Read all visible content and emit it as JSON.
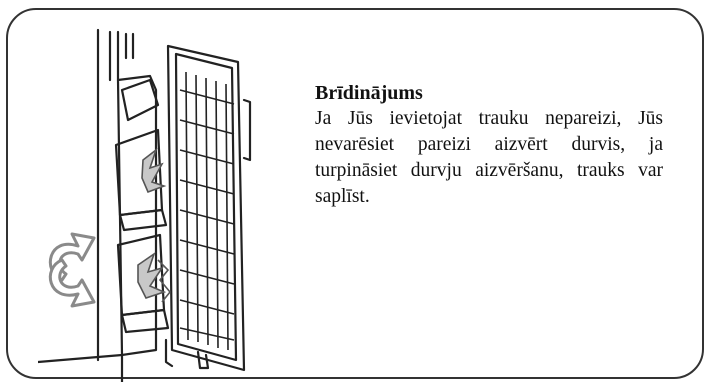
{
  "notice": {
    "title": "Brīdinājums",
    "body": "Ja Jūs ievietojat trauku nepareizi, Jūs nevarēsiet pareizi aizvērt durvis, ja turpināsiet durvju aizvēršanu, trauks var saplīst."
  },
  "illustration": {
    "subject": "open refrigerator door with door shelves",
    "icons": [
      "door-shelf-icon",
      "crack-icon",
      "curved-arrow-icon"
    ],
    "arrow_color": "#8a8a8a",
    "crack_color": "#555555"
  }
}
